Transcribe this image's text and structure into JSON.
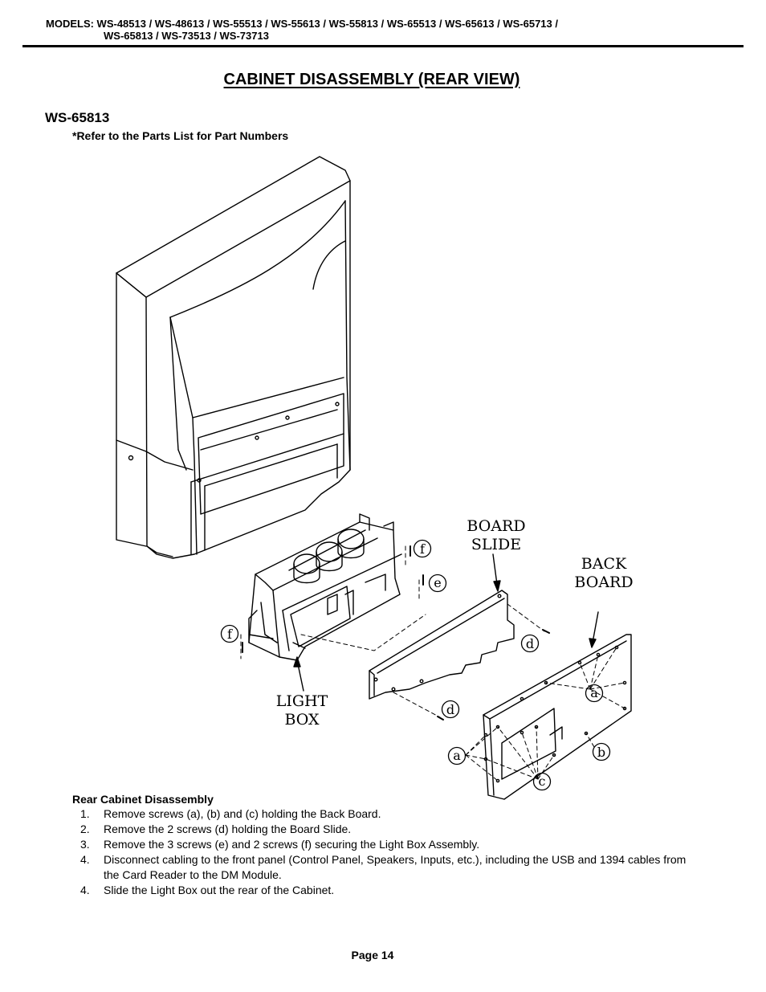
{
  "header": {
    "line1": "MODELS: WS-48513 / WS-48613 / WS-55513 / WS-55613 / WS-55813 / WS-65513 / WS-65613 / WS-65713 /",
    "line2": "WS-65813 / WS-73513 / WS-73713"
  },
  "title": "CABINET DISASSEMBLY (REAR VIEW)",
  "model": "WS-65813",
  "reference_note": "*Refer to the Parts List for Part Numbers",
  "diagram": {
    "labels": {
      "board_slide_line1": "BOARD",
      "board_slide_line2": "SLIDE",
      "back_board_line1": "BACK",
      "back_board_line2": "BOARD",
      "light_box_line1": "LIGHT",
      "light_box_line2": "BOX"
    },
    "callouts": {
      "f_top": "f",
      "e": "e",
      "f_left": "f",
      "d_top": "d",
      "d_bottom": "d",
      "a_right": "a",
      "a_left": "a",
      "b": "b",
      "c": "c"
    }
  },
  "instructions": {
    "title": "Rear Cabinet Disassembly",
    "steps": [
      {
        "num": "1.",
        "text": "Remove screws (a), (b) and (c) holding the Back Board."
      },
      {
        "num": "2.",
        "text": "Remove the 2 screws (d) holding the Board Slide."
      },
      {
        "num": "3.",
        "text": "Remove the 3 screws (e) and 2 screws (f) securing the Light Box Assembly."
      },
      {
        "num": "4.",
        "text": "Disconnect cabling to the front panel (Control Panel, Speakers, Inputs, etc.), including the USB and 1394 cables from the Card Reader to the DM Module."
      },
      {
        "num": "4.",
        "text": "Slide the Light Box out the rear of the Cabinet."
      }
    ]
  },
  "page": "Page 14"
}
